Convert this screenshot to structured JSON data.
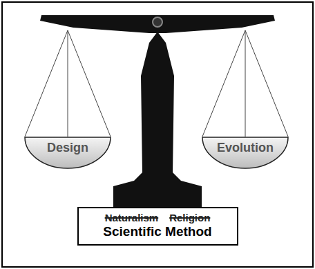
{
  "diagram": {
    "nodes": [
      {
        "text": [
          "Design"
        ]
      },
      {
        "text": [
          "Evolution"
        ]
      },
      {
        "text": [
          "Naturalism",
          "Religion",
          "Scientific Method"
        ]
      }
    ]
  }
}
